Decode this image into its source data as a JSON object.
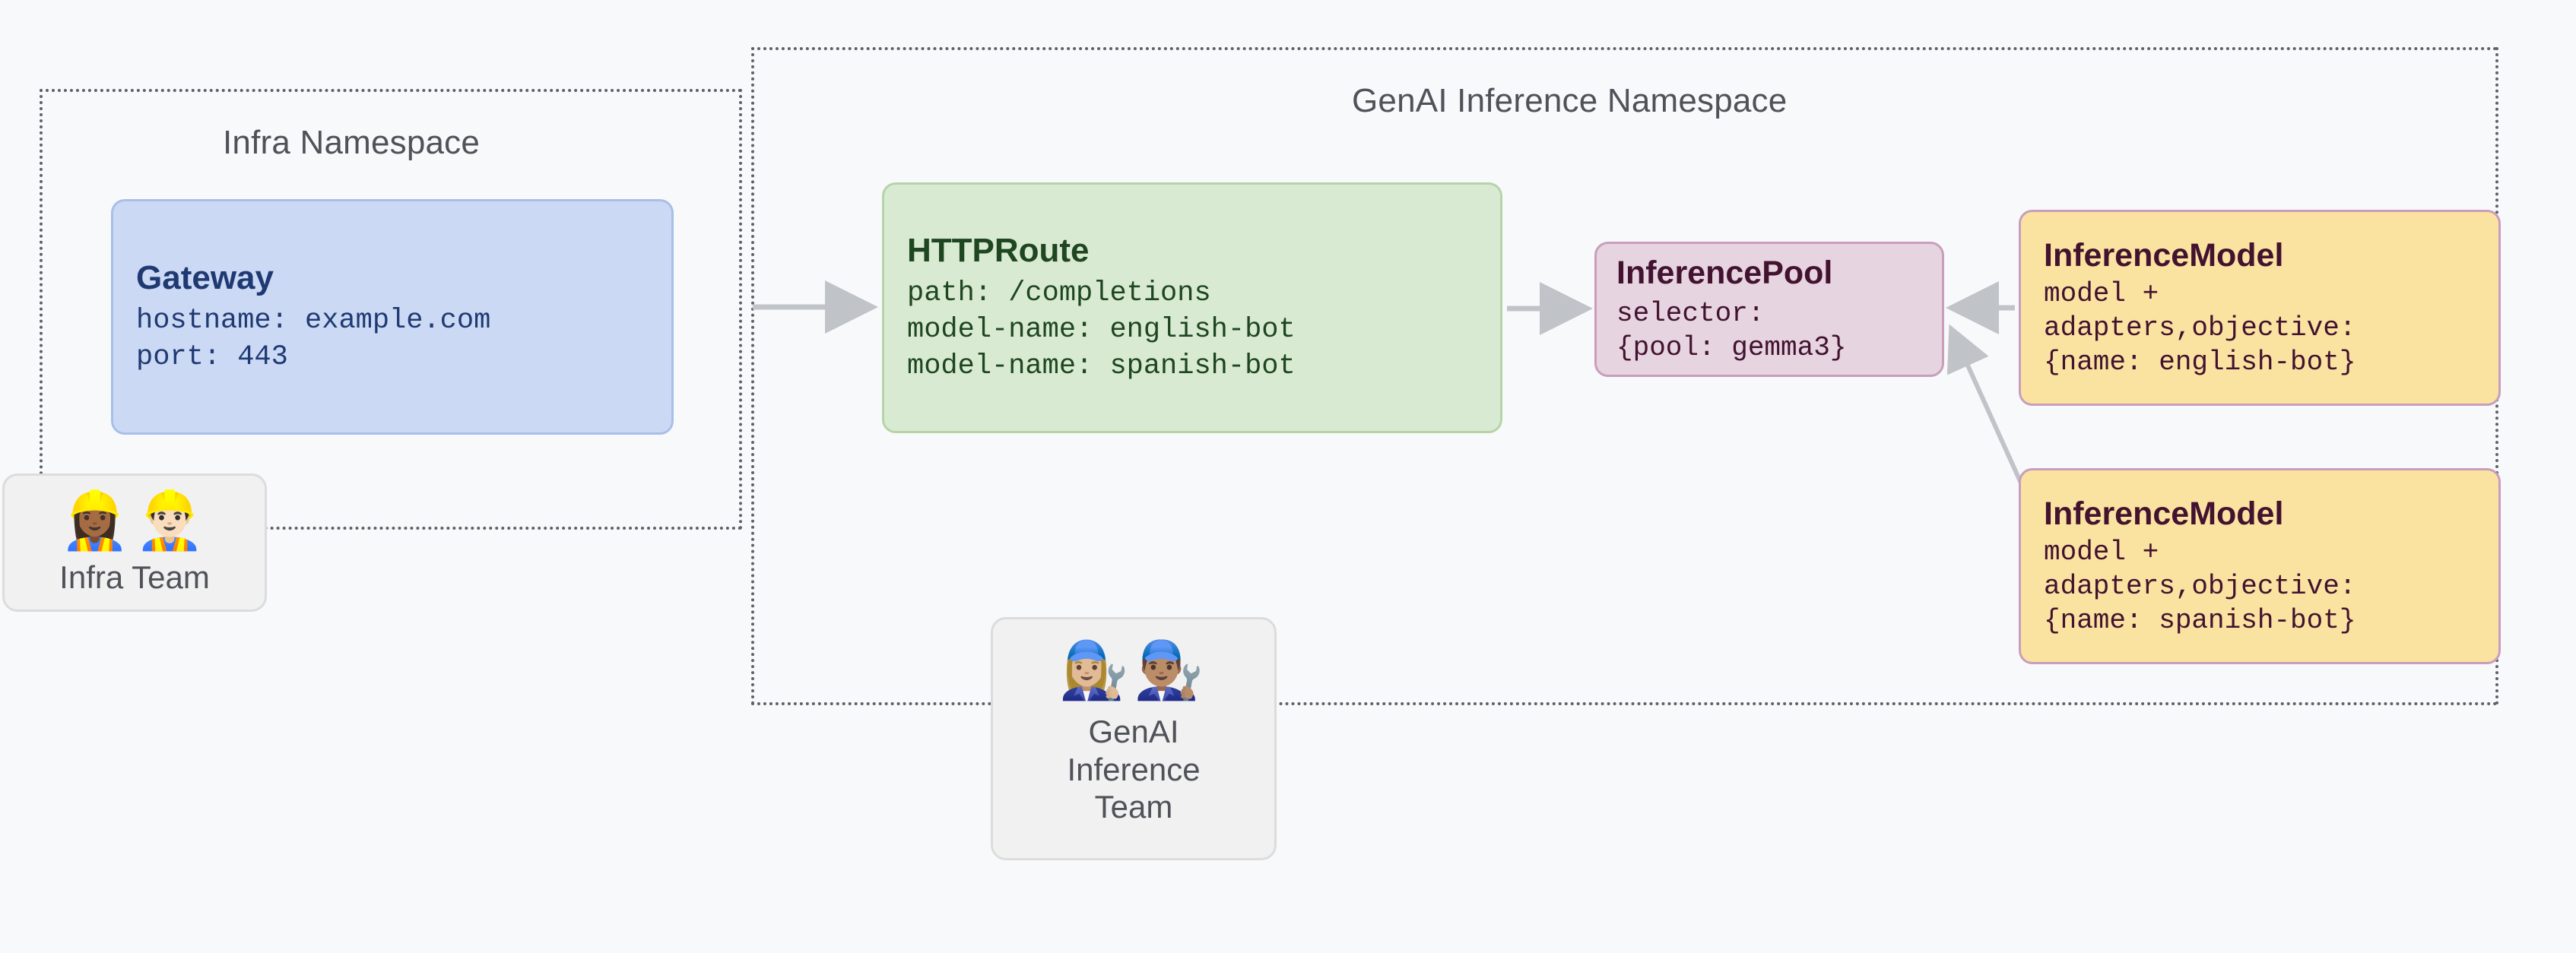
{
  "namespaces": [
    {
      "id": "infra",
      "title": "Infra Namespace"
    },
    {
      "id": "genai",
      "title": "GenAI Inference Namespace"
    }
  ],
  "resources": {
    "gateway": {
      "title": "Gateway",
      "lines": [
        "hostname: example.com",
        "port: 443"
      ],
      "fill": "#ccd9f4",
      "stroke": "#a8bfe8",
      "text": "#1f3a73"
    },
    "httproute": {
      "title": "HTTPRoute",
      "lines": [
        "path: /completions",
        "model-name: english-bot",
        "model-name: spanish-bot"
      ],
      "fill": "#d9ead3",
      "stroke": "#b5d4a7",
      "text": "#1e4620"
    },
    "inferencepool": {
      "title": "InferencePool",
      "lines": [
        "selector:",
        "{pool: gemma3}"
      ],
      "fill": "#e6d4e0",
      "stroke": "#c99ebc",
      "text": "#42122f"
    },
    "inferencemodel_english": {
      "title": "InferenceModel",
      "lines": [
        "model +",
        "adapters,objective:",
        "{name: english-bot}"
      ],
      "fill": "#fae3a1",
      "stroke": "#c99ebc",
      "text": "#42122f"
    },
    "inferencemodel_spanish": {
      "title": "InferenceModel",
      "lines": [
        "model +",
        "adapters,objective:",
        "{name: spanish-bot}"
      ],
      "fill": "#fae3a1",
      "stroke": "#c99ebc",
      "text": "#42122f"
    }
  },
  "teams": {
    "infra": {
      "label": "Infra Team",
      "emojis": "👷🏾‍♀️👷🏻‍♂️",
      "icon_names": [
        "construction-worker-woman-icon",
        "construction-worker-man-icon"
      ]
    },
    "genai": {
      "label": "GenAI\nInference\nTeam",
      "emojis": "👩🏼‍🔧👨🏽‍🔧",
      "icon_names": [
        "mechanic-woman-icon",
        "mechanic-man-icon"
      ]
    }
  },
  "connectors": [
    {
      "name": "gateway-to-httproute",
      "from": "gateway",
      "to": "httproute",
      "direction": "right"
    },
    {
      "name": "httproute-to-pool",
      "from": "httproute",
      "to": "inferencepool",
      "direction": "right"
    },
    {
      "name": "english-model-to-pool",
      "from": "inferencemodel_english",
      "to": "inferencepool",
      "direction": "left"
    },
    {
      "name": "spanish-model-to-pool",
      "from": "inferencemodel_spanish",
      "to": "inferencepool",
      "direction": "left-diagonal"
    }
  ],
  "style": {
    "background": "#f8f9fb",
    "connector_color": "#c0c3c8",
    "namespace_border": "#5d6168",
    "namespace_title_color": "#4f5258",
    "team_fill": "#f1f1f1",
    "team_stroke": "#dcdcdc"
  }
}
